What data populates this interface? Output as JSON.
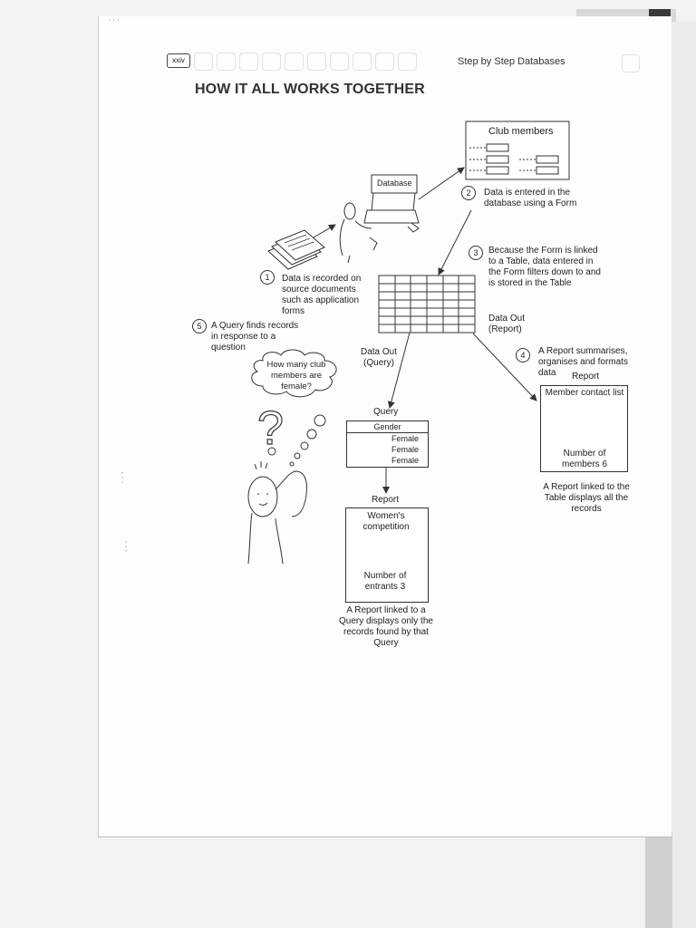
{
  "header": {
    "page_number": "xxiv",
    "book_title": "Step by Step Databases"
  },
  "title": "HOW IT ALL WORKS TOGETHER",
  "diagram": {
    "club_members_label": "Club members",
    "database_label": "Database",
    "steps": [
      {
        "number": "1",
        "text": "Data is recorded on source documents such as application forms"
      },
      {
        "number": "2",
        "text": "Data is entered in the database using a Form"
      },
      {
        "number": "3",
        "text": "Because the Form is linked to a Table, data entered in the Form filters down to and is stored in the Table"
      },
      {
        "number": "4",
        "text": "A Report summarises, organises and formats data"
      },
      {
        "number": "5",
        "text": "A Query finds records in response to a question"
      }
    ],
    "data_out_report": "Data Out (Report)",
    "data_out_query": "Data Out (Query)",
    "thought_bubble": "How many club members are female?",
    "query": {
      "label": "Query",
      "field": "Gender",
      "rows": [
        "Female",
        "Female",
        "Female"
      ]
    },
    "report_right": {
      "label": "Report",
      "title": "Member contact list",
      "count": "Number of members 6",
      "caption": "A Report linked to the Table displays all the records"
    },
    "report_bottom": {
      "label": "Report",
      "title": "Women's competition",
      "count": "Number of entrants 3",
      "caption": "A Report linked to a Query displays only the records found by that Query"
    }
  }
}
